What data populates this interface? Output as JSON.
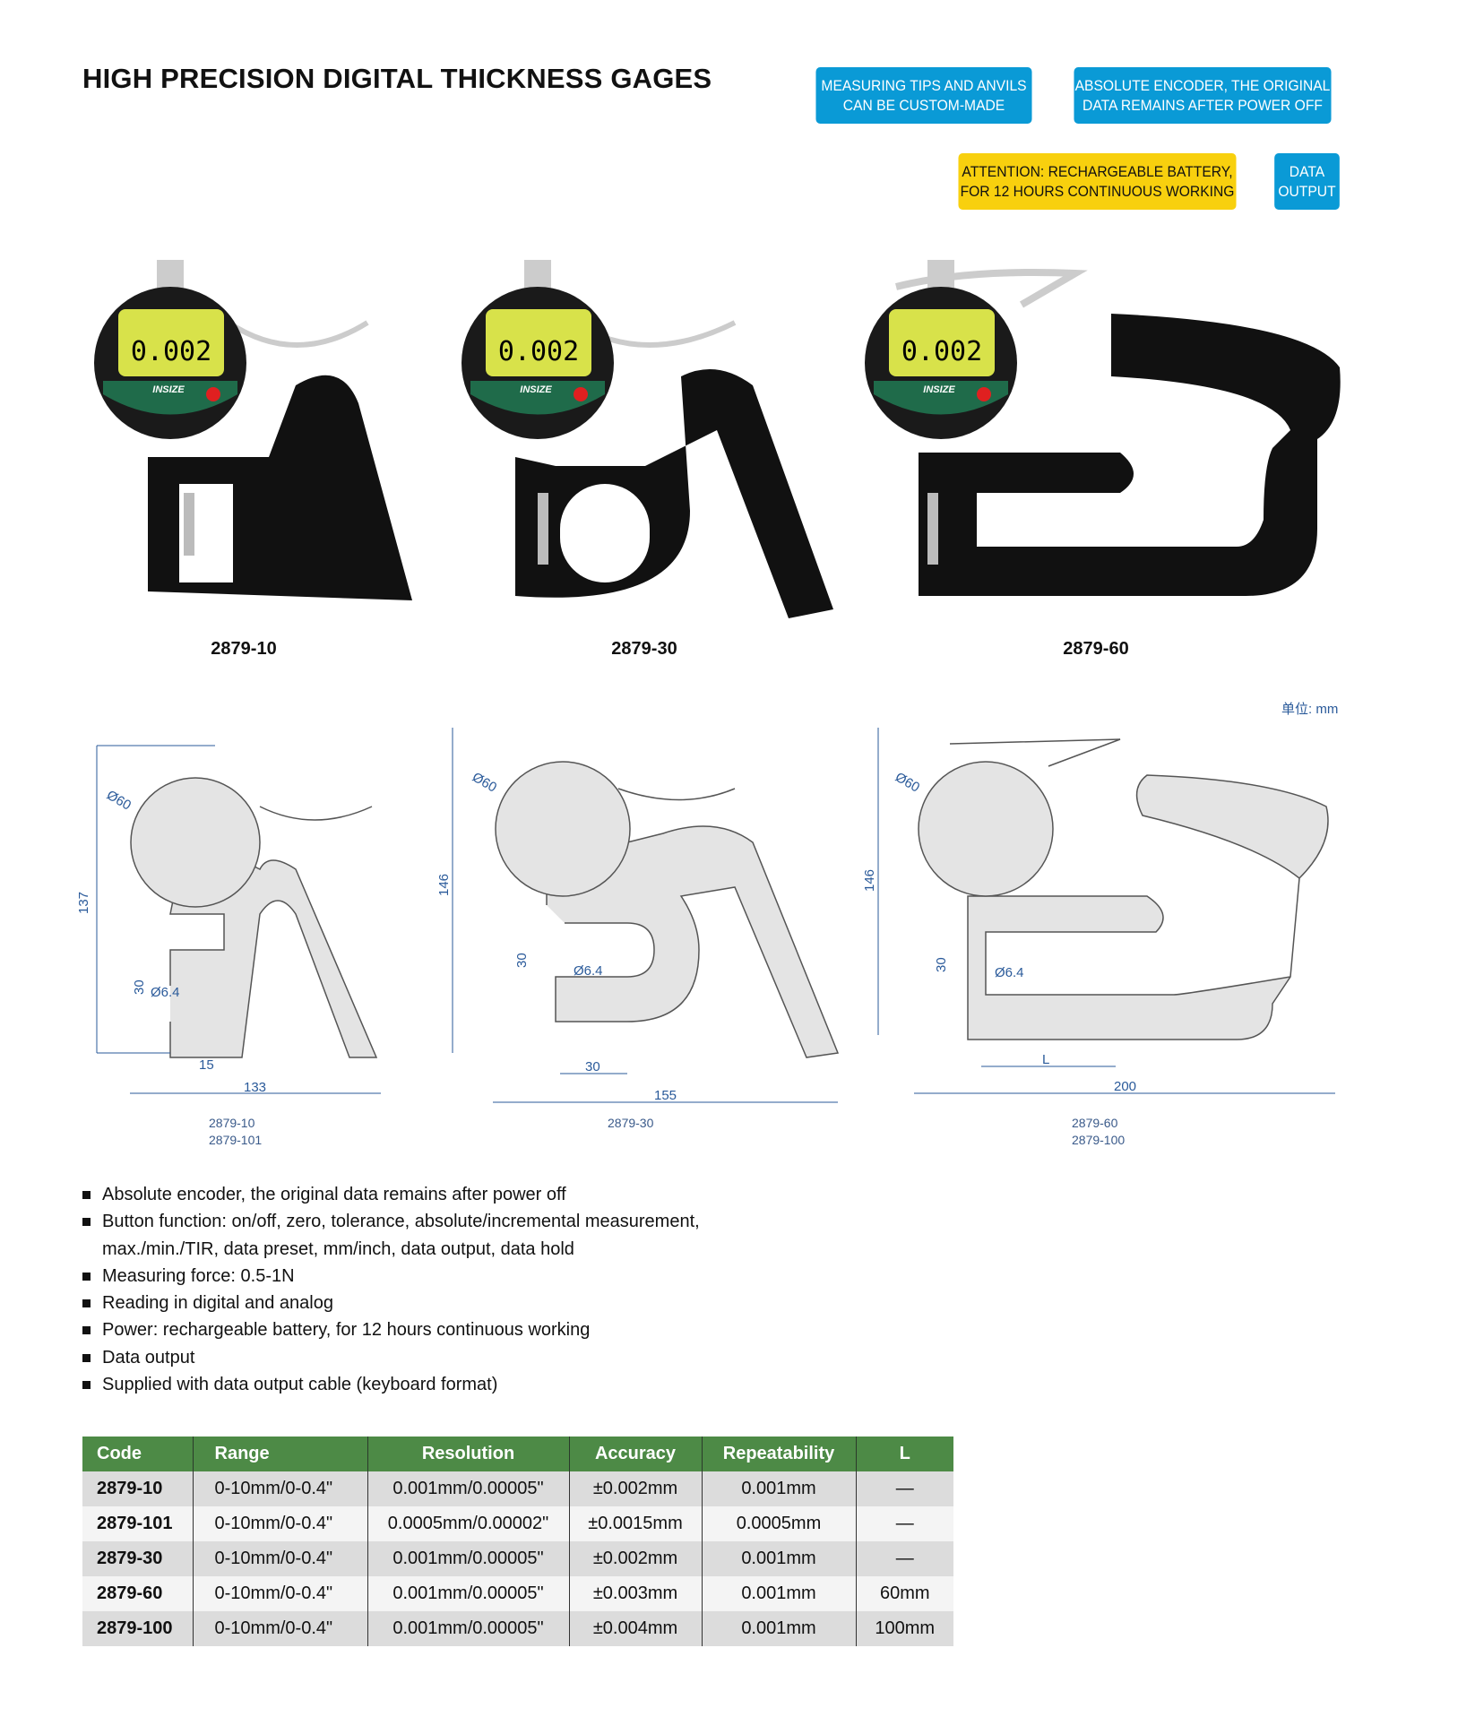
{
  "title": "HIGH PRECISION DIGITAL THICKNESS GAGES",
  "badges": [
    {
      "line1": "MEASURING TIPS AND ANVILS",
      "line2": "CAN BE CUSTOM-MADE"
    },
    {
      "line1": "ABSOLUTE ENCODER, THE ORIGINAL",
      "line2": "DATA REMAINS AFTER POWER OFF"
    },
    {
      "line1": "ATTENTION: RECHARGEABLE BATTERY,",
      "line2": "FOR 12 HOURS CONTINUOUS WORKING"
    },
    {
      "line1": "DATA",
      "line2": "OUTPUT"
    }
  ],
  "colors": {
    "blue": "#0a9ad6",
    "yellow": "#f8d00e",
    "table_header": "#4d8a46"
  },
  "products": [
    {
      "model": "2879-10",
      "display": "0.002",
      "brand": "INSIZE"
    },
    {
      "model": "2879-30",
      "display": "0.002",
      "brand": "INSIZE"
    },
    {
      "model": "2879-60",
      "display": "0.002",
      "brand": "INSIZE"
    }
  ],
  "unit_label": "单位: mm",
  "drawings": [
    {
      "dia": "Ø60",
      "height": "137",
      "gap": "30",
      "tip": "Ø6.4",
      "depth": "15",
      "width": "133",
      "caption1": "2879-10",
      "caption2": "2879-101"
    },
    {
      "dia": "Ø60",
      "height": "146",
      "gap": "30",
      "tip": "Ø6.4",
      "depth": "30",
      "width": "155",
      "caption1": "2879-30"
    },
    {
      "dia": "Ø60",
      "height": "146",
      "gap": "30",
      "tip": "Ø6.4",
      "depth": "L",
      "width": "200",
      "caption1": "2879-60",
      "caption2": "2879-100"
    }
  ],
  "features": [
    "Absolute encoder, the original data remains after power off",
    "Button function: on/off, zero, tolerance, absolute/incremental measurement,",
    "max./min./TIR, data preset, mm/inch, data output, data hold",
    "Measuring force: 0.5-1N",
    "Reading in digital and analog",
    "Power: rechargeable battery, for 12 hours continuous working",
    "Data output",
    "Supplied with data output cable (keyboard format)"
  ],
  "table": {
    "headers": [
      "Code",
      "Range",
      "Resolution",
      "Accuracy",
      "Repeatability",
      "L"
    ],
    "rows": [
      [
        "2879-10",
        "0-10mm/0-0.4\"",
        "0.001mm/0.00005\"",
        "±0.002mm",
        "0.001mm",
        "—"
      ],
      [
        "2879-101",
        "0-10mm/0-0.4\"",
        "0.0005mm/0.00002\"",
        "±0.0015mm",
        "0.0005mm",
        "—"
      ],
      [
        "2879-30",
        "0-10mm/0-0.4\"",
        "0.001mm/0.00005\"",
        "±0.002mm",
        "0.001mm",
        "—"
      ],
      [
        "2879-60",
        "0-10mm/0-0.4\"",
        "0.001mm/0.00005\"",
        "±0.003mm",
        "0.001mm",
        "60mm"
      ],
      [
        "2879-100",
        "0-10mm/0-0.4\"",
        "0.001mm/0.00005\"",
        "±0.004mm",
        "0.001mm",
        "100mm"
      ]
    ]
  }
}
